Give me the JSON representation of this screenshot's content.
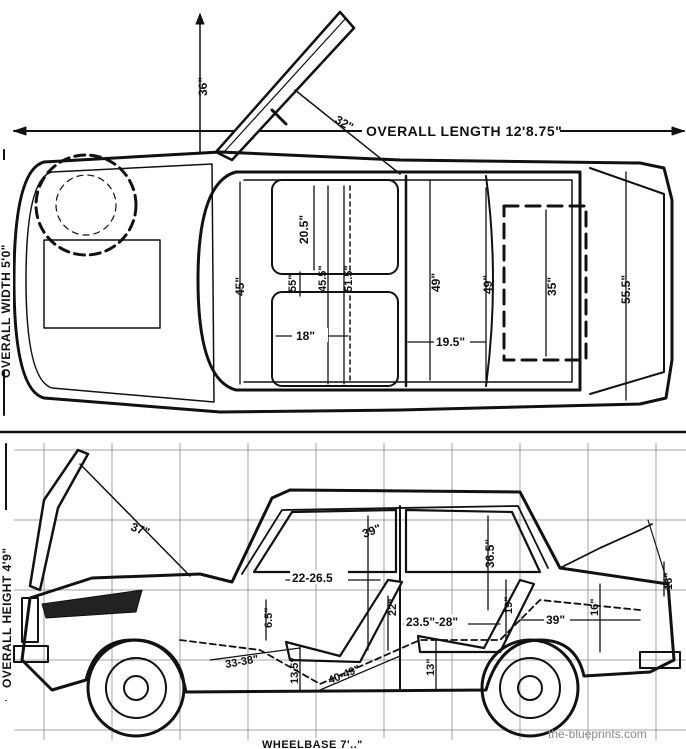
{
  "captions": {
    "overall_length": "OVERALL LENGTH 12'8.75\"",
    "overall_width": "OVERALL WIDTH 5'0\"",
    "overall_height": "OVERALL HEIGHT 4'9\"",
    "wheelbase": "WHEELBASE 7'..\""
  },
  "plan_dims": {
    "lid_height": "36\"",
    "lid_angle_len": "32\"",
    "front_width": "45\"",
    "front_seat_depth": "20.5\"",
    "seat_55": "55\"",
    "seat_455": "45.5\"",
    "seat_515": "51.5\"",
    "cabin_width_49": "49\"",
    "rear_width_49": "49\"",
    "seat_width": "18\"",
    "rear_length": "19.5\"",
    "boot_35": "35\"",
    "boot_55": "55.5\""
  },
  "side_dims": {
    "bonnet_37": "37\"",
    "headroom_39": "39\"",
    "legroom_22_265": "22-26.5",
    "rear_head_365": "36.5\"",
    "tail_16": "16\"",
    "front_65": "6.5\"",
    "seat_22": "22\"",
    "rear_leg_235_28": "23.5\"-28\"",
    "rear_19": "19\"",
    "boot_39": "39\"",
    "boot_16": "16\"",
    "pedal_33_38": "33-38\"",
    "seat_135": "13.5\"",
    "leg_40_49": "40-49\"",
    "rear_13": "13\""
  },
  "watermark": "the-blueprints.com"
}
